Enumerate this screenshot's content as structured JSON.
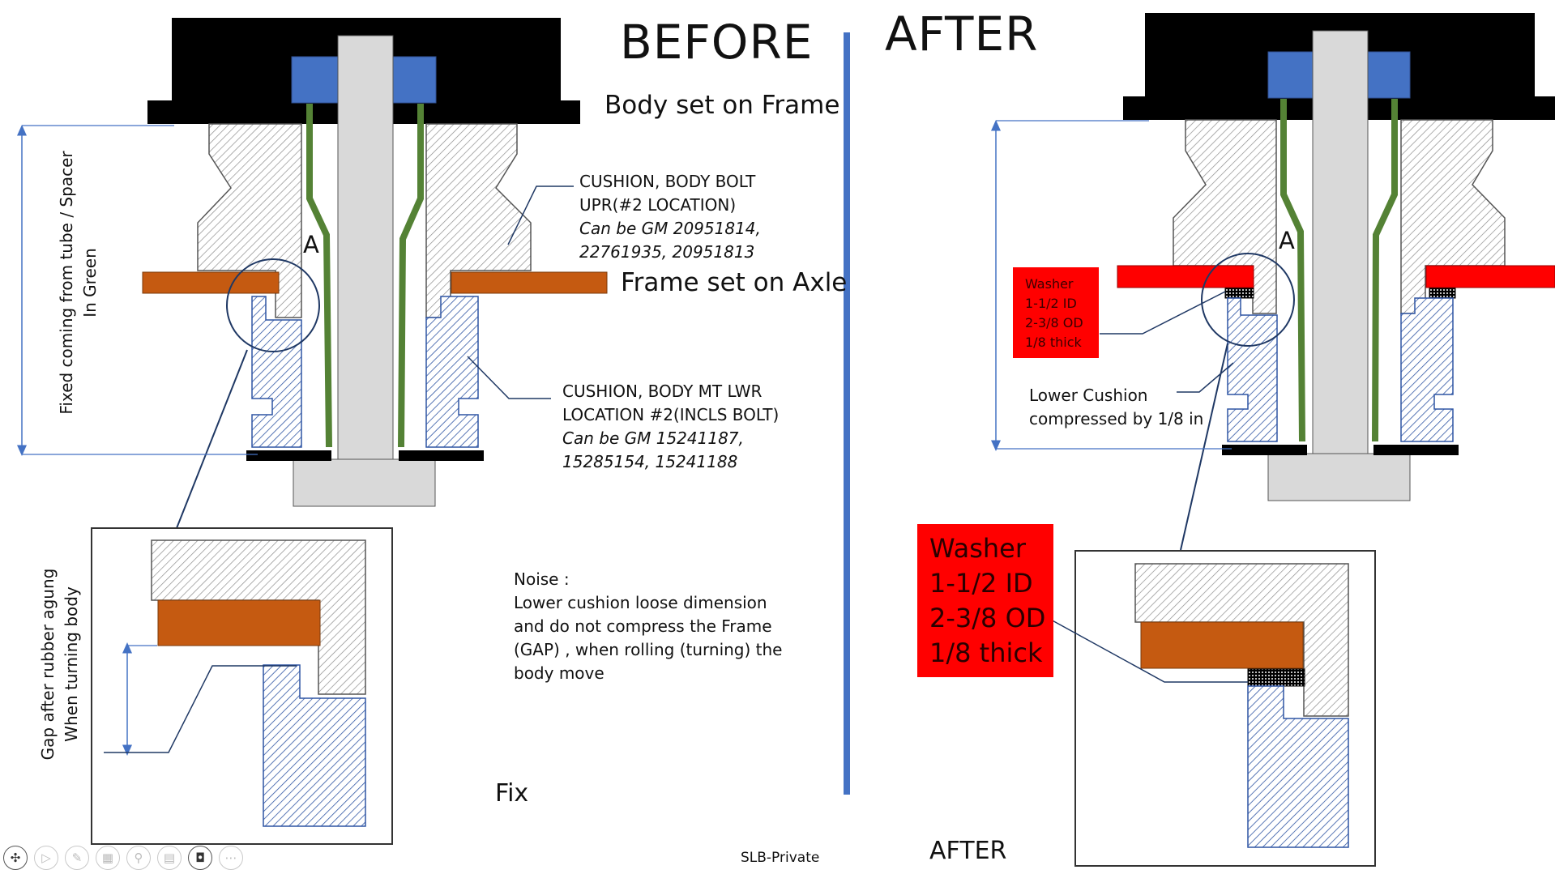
{
  "before": {
    "title": "BEFORE",
    "body_set_on_frame": "Body set on Frame",
    "frame_set_on_axle": "Frame set on Axle",
    "point_label": "A",
    "upper_cushion": {
      "line1": "CUSHION, BODY BOLT",
      "line2": "UPR(#2 LOCATION)",
      "line3": "Can be GM 20951814,",
      "line4": "22761935, 20951813"
    },
    "lower_cushion": {
      "line1": "CUSHION, BODY MT LWR",
      "line2": "LOCATION #2(INCLS BOLT)",
      "line3": "Can be GM 15241187,",
      "line4": "15285154, 15241188"
    },
    "dimension_label": {
      "line1": "Fixed coming from tube / Spacer",
      "line2": "In Green"
    },
    "gap_label": {
      "line1": "Gap after rubber agung",
      "line2": "When turning body"
    },
    "noise": {
      "line1": "Noise :",
      "line2": "Lower cushion loose dimension",
      "line3": "and do not compress the Frame",
      "line4": "(GAP) , when rolling (turning) the",
      "line5": "body move"
    },
    "fix_label": "Fix"
  },
  "after": {
    "title": "AFTER",
    "point_label": "A",
    "washer_small": {
      "line1": "Washer",
      "line2": "1-1/2 ID",
      "line3": "2-3/8 OD",
      "line4": "1/8 thick"
    },
    "washer_large": {
      "line1": "Washer",
      "line2": "1-1/2 ID",
      "line3": "2-3/8 OD",
      "line4": "1/8 thick"
    },
    "lower_cushion_note": {
      "line1": "Lower Cushion",
      "line2": "compressed by 1/8 in"
    },
    "bottom_label": "AFTER"
  },
  "footer": {
    "classification": "SLB-Private"
  },
  "toolbar": {
    "icons": [
      "pointer-icon",
      "play-icon",
      "pen-icon",
      "slides-icon",
      "zoom-icon",
      "subtitles-icon",
      "camera-icon",
      "more-icon"
    ]
  },
  "colors": {
    "divider": "#4472c4",
    "cushion_upper_hatch": "#8c8c8c",
    "cushion_lower_hatch": "#2f55a4",
    "frame": "#c55a11",
    "washer": "#ff0000",
    "spacer_tube": "#548235",
    "blue_block": "#4472c4",
    "bolt": "#d9d9d9",
    "body": "#000000"
  }
}
